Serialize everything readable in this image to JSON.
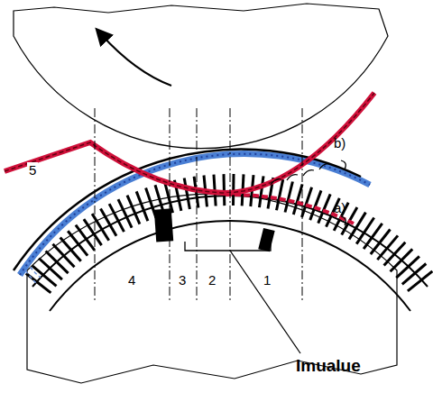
{
  "diagram": {
    "labels": [
      "b)",
      "a)",
      "5",
      "4",
      "3",
      "2",
      "1",
      "Imualue"
    ]
  }
}
